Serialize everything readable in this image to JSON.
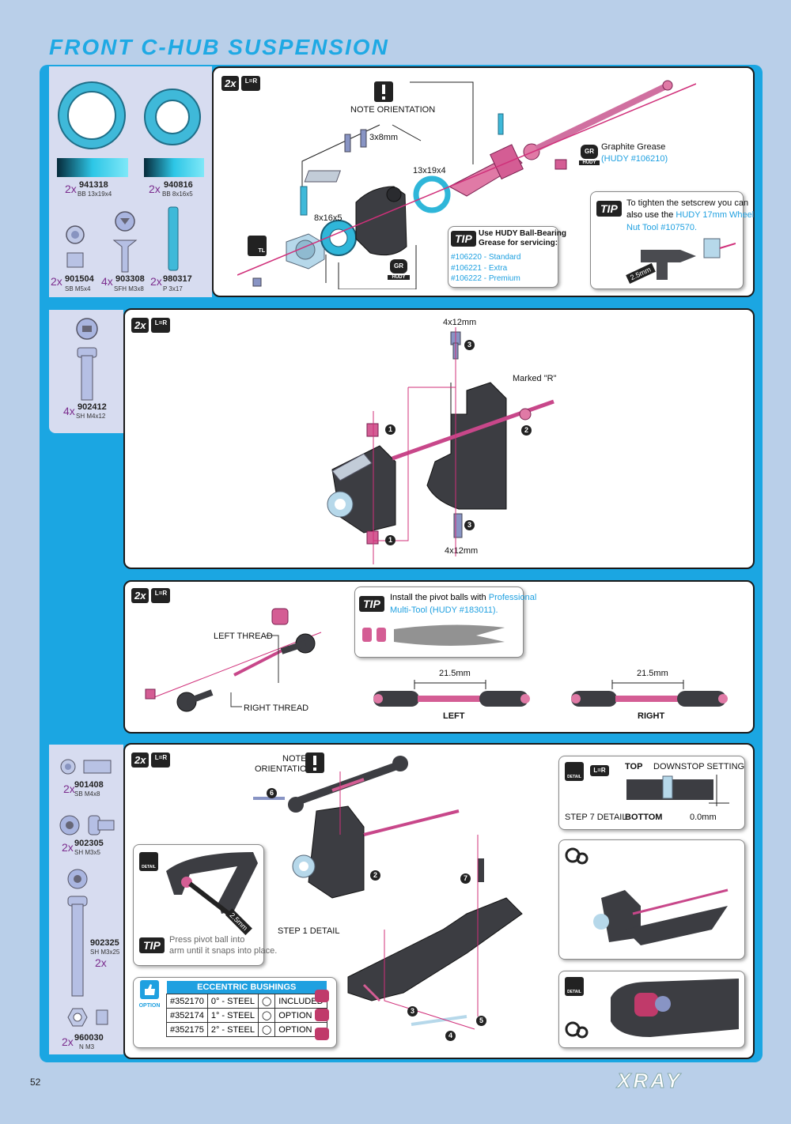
{
  "page": {
    "title": "FRONT C-HUB SUSPENSION",
    "page_number": "52",
    "brand": "XRAY"
  },
  "badges": {
    "qty": "2x",
    "lr": "L=R"
  },
  "icons": {
    "tip": "TIP",
    "gr": "GR",
    "hudy": "HUDY",
    "tl": "TL",
    "detail": "DETAIL",
    "option": "OPTION"
  },
  "step1": {
    "parts": [
      {
        "qty": "2x",
        "pn": "941318",
        "desc": "BB 13x19x4"
      },
      {
        "qty": "2x",
        "pn": "940816",
        "desc": "BB 8x16x5"
      },
      {
        "qty": "2x",
        "pn": "901504",
        "desc": "SB M5x4"
      },
      {
        "qty": "4x",
        "pn": "903308",
        "desc": "SFH M3x8"
      },
      {
        "qty": "2x",
        "pn": "980317",
        "desc": "P 3x17"
      }
    ],
    "note": "NOTE ORIENTATION",
    "lbl_3x8": "3x8mm",
    "lbl_13x19": "13x19x4",
    "lbl_8x16": "8x16x5",
    "graphite_1": "Graphite Grease",
    "graphite_2": "(HUDY #106210)",
    "tip_bearing_1": "Use HUDY Ball-Bearing",
    "tip_bearing_2": "Grease for servicing:",
    "grease_1": "#106220 - Standard",
    "grease_2": "#106221 - Extra",
    "grease_3": "#106222 - Premium",
    "tip_setscrew_1": "To tighten the setscrew you can",
    "tip_setscrew_2": "also use the",
    "tip_setscrew_3": "HUDY 17mm Wheel",
    "tip_setscrew_4": "Nut Tool #107570.",
    "tool_lbl": "2.5mm"
  },
  "step2": {
    "part": {
      "qty": "4x",
      "pn": "902412",
      "desc": "SH M4x12"
    },
    "lbl_top": "4x12mm",
    "lbl_bottom": "4x12mm",
    "marked": "Marked \"R\"",
    "n1": "1",
    "n2": "2",
    "n3": "3"
  },
  "step3": {
    "left_thread": "LEFT THREAD",
    "right_thread": "RIGHT THREAD",
    "tip_1": "Install the pivot balls with",
    "tip_2": "Professional",
    "tip_3": "Multi-Tool (HUDY #183011).",
    "dim_left": "21.5mm",
    "dim_right": "21.5mm",
    "left": "LEFT",
    "right": "RIGHT"
  },
  "step4": {
    "parts": [
      {
        "qty": "2x",
        "pn": "901408",
        "desc": "SB M4x8"
      },
      {
        "qty": "2x",
        "pn": "902305",
        "desc": "SH M3x5"
      },
      {
        "qty": "2x",
        "pn": "902325",
        "desc": "SH M3x25"
      },
      {
        "qty": "2x",
        "pn": "960030",
        "desc": "N M3"
      }
    ],
    "note_1": "NOTE",
    "note_2": "ORIENTATION",
    "step_detail": "STEP 1 DETAIL",
    "tip_1": "Press pivot ball into",
    "tip_2": "arm until it snaps into place.",
    "tool_lbl": "2.5mm",
    "top": "TOP",
    "downstop": "DOWNSTOP SETTING",
    "step7_detail": "STEP 7 DETAIL",
    "bottom": "BOTTOM",
    "zero": "0.0mm",
    "n2": "2",
    "n3": "3",
    "n4": "4",
    "n5": "5",
    "n6": "6",
    "n7": "7",
    "table": {
      "header": "ECCENTRIC BUSHINGS",
      "rows": [
        {
          "pn": "#352170",
          "deg": "0° - STEEL",
          "status": "INCLUDED"
        },
        {
          "pn": "#352174",
          "deg": "1° - STEEL",
          "status": "OPTION"
        },
        {
          "pn": "#352175",
          "deg": "2° - STEEL",
          "status": "OPTION"
        }
      ]
    }
  }
}
